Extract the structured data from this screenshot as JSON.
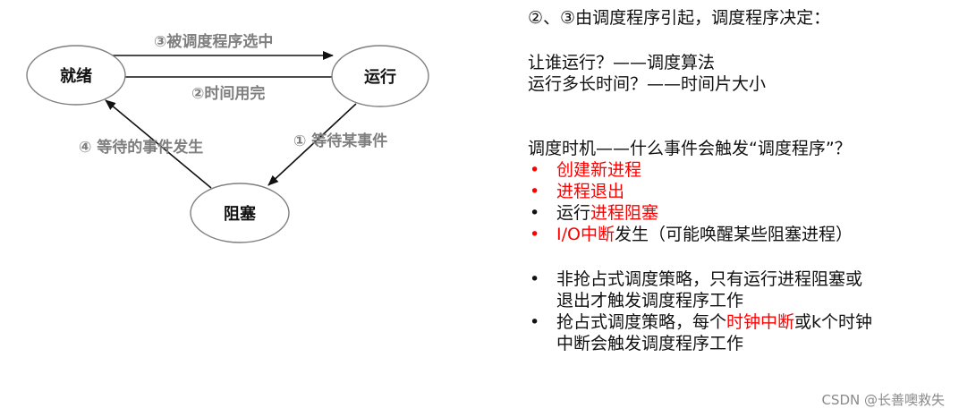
{
  "diagram": {
    "states": {
      "ready": "就绪",
      "running": "运行",
      "blocked": "阻塞"
    },
    "transitions": {
      "selected": "③被调度程序选中",
      "timeout": "②时间用完",
      "wait_event": "① 等待某事件",
      "event_occurs": "④ 等待的事件发生"
    }
  },
  "panel": {
    "heading": "②、③由调度程序引起，调度程序决定：",
    "who_runs": "让谁运行？——调度算法",
    "how_long": "运行多长时间？——时间片大小",
    "timing_title": "调度时机——什么事件会触发“调度程序”？",
    "bullet_symbol": "•",
    "triggers": {
      "create": "创建新进程",
      "exit": "进程退出",
      "block_prefix": "运行",
      "block_red": "进程阻塞",
      "io_red": "I/O中断",
      "io_rest": "发生（可能唤醒某些阻塞进程）"
    },
    "non_preemptive": {
      "line1": "非抢占式调度策略，只有运行进程阻塞或",
      "line2": "退出才触发调度程序工作"
    },
    "preemptive": {
      "line1_prefix": "抢占式调度策略，每个",
      "line1_red": "时钟中断",
      "line1_suffix": "或k个时钟",
      "line2": "中断会触发调度程序工作"
    }
  },
  "watermark": "CSDN @长善噢救失",
  "colors": {
    "highlight": "#ff0000",
    "edge_label": "#7f7f7f",
    "state_fill": "#ffffff",
    "state_stroke": "#7f7f7f",
    "arrow": "#111111"
  }
}
